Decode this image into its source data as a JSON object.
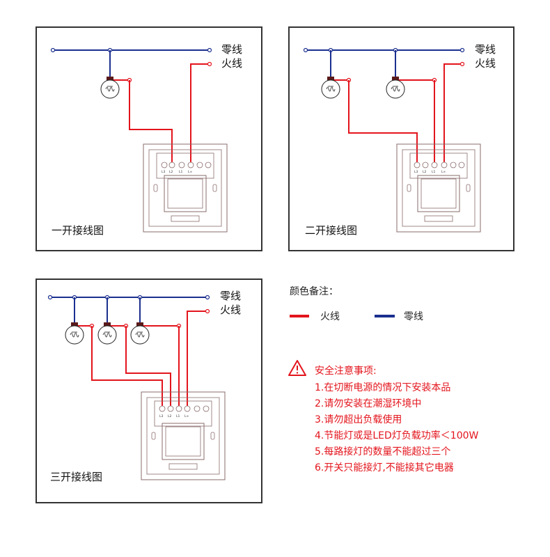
{
  "colors": {
    "live": "#e3141c",
    "neutral": "#1b2f8f",
    "panel_border": "#333333",
    "switch_outline": "#8a6b6b",
    "warning": "#e3141c"
  },
  "wire_labels": {
    "neutral": "零线",
    "live": "火线"
  },
  "panels": [
    {
      "title": "一开接线图",
      "lamps": 1,
      "terminals": [
        "L3",
        "L2",
        "L1",
        "L∞"
      ]
    },
    {
      "title": "二开接线图",
      "lamps": 2,
      "terminals": [
        "L3",
        "L2",
        "L1",
        "L∞"
      ]
    },
    {
      "title": "三开接线图",
      "lamps": 3,
      "terminals": [
        "L3",
        "L2",
        "L1",
        "L∞"
      ]
    }
  ],
  "legend": {
    "title": "颜色备注：",
    "items": [
      {
        "label": "火线",
        "color": "#e3141c"
      },
      {
        "label": "零线",
        "color": "#1b2f8f"
      }
    ]
  },
  "safety": {
    "icon": "warning-triangle-icon",
    "title": "安全注意事项:",
    "items": [
      "1.在切断电源的情况下安装本品",
      "2.请勿安装在潮湿环境中",
      "3.请勿超出负载使用",
      "4.节能灯或是LED灯负载功率＜100W",
      "5.每路接灯的数量不能超过三个",
      "6.开关只能接灯,不能接其它电器"
    ]
  }
}
